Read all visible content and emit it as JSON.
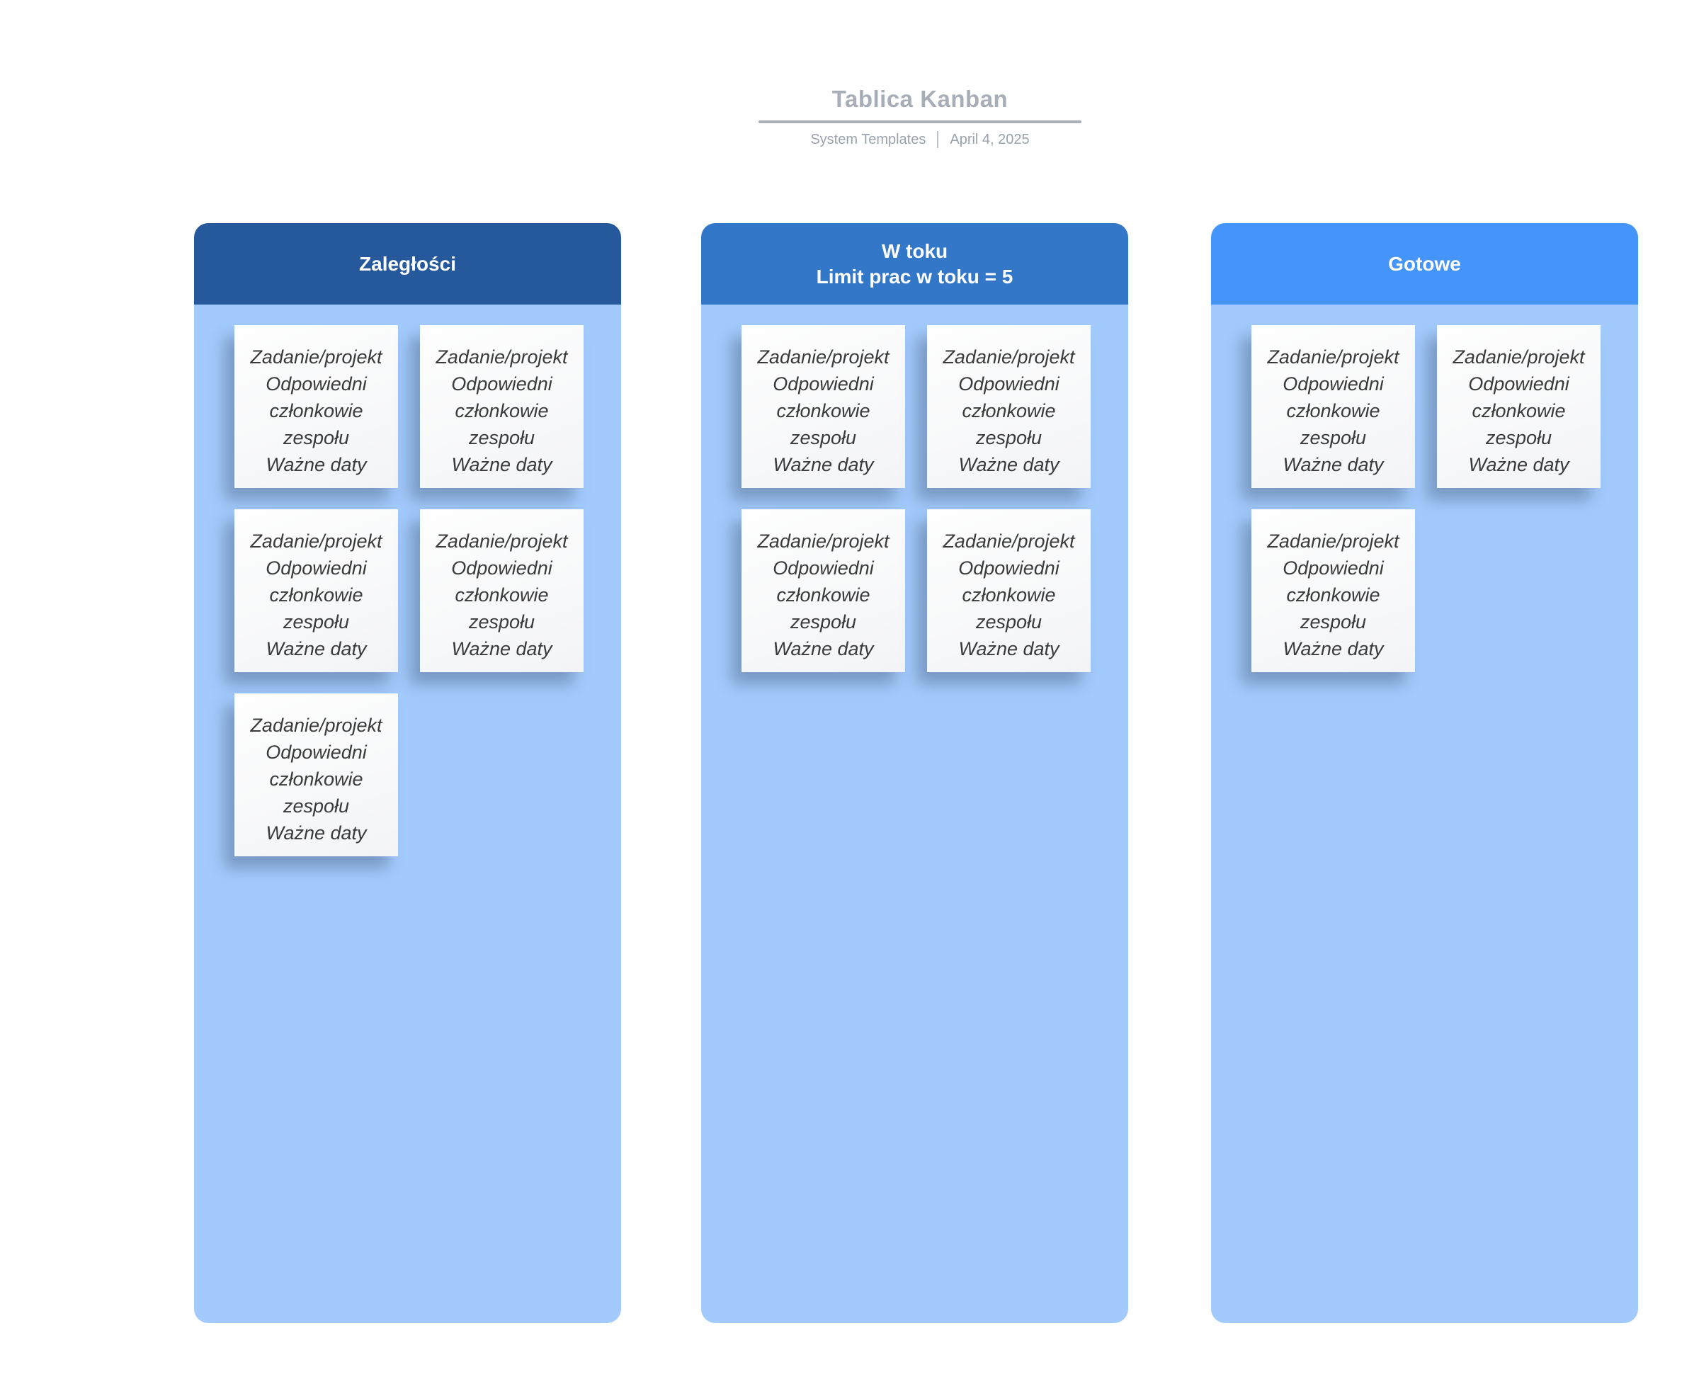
{
  "page": {
    "title": "Tablica Kanban",
    "meta_left": "System Templates",
    "meta_right": "April 4, 2025"
  },
  "columns": [
    {
      "title": "Zaległości",
      "subtitle": "",
      "header_color": "#25599b",
      "card_count": 5
    },
    {
      "title": "W toku",
      "subtitle": "Limit prac w toku = 5",
      "header_color": "#3377c8",
      "card_count": 4
    },
    {
      "title": "Gotowe",
      "subtitle": "",
      "header_color": "#4594f9",
      "card_count": 3
    }
  ],
  "card": {
    "line1": "Zadanie/projekt",
    "line2": "Odpowiedni członkowie zespołu",
    "line3": "Ważne daty"
  },
  "colors": {
    "column_body": "#a3cafc",
    "title_text": "#a7aeb7",
    "meta_text": "#99a2ad",
    "card_text": "#3a3a3a"
  }
}
